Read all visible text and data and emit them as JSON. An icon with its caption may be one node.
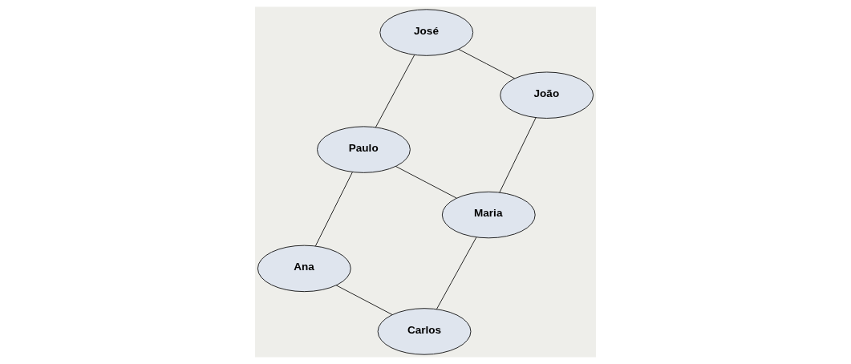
{
  "diagram": {
    "nodes": [
      {
        "text": [
          "João"
        ]
      },
      {
        "text": [
          "Maria"
        ]
      },
      {
        "text": [
          "Carlos"
        ]
      },
      {
        "text": [
          "Paulo"
        ]
      },
      {
        "text": [
          "José"
        ]
      },
      {
        "text": [
          "Ana"
        ]
      }
    ],
    "edges": [
      {
        "from": 0,
        "to": 1,
        "arrow": "none"
      },
      {
        "from": 1,
        "to": 2,
        "arrow": "none"
      },
      {
        "from": 0,
        "to": 4,
        "arrow": "none"
      },
      {
        "from": 1,
        "to": 3,
        "arrow": "none"
      },
      {
        "from": 3,
        "to": 4,
        "arrow": "none"
      },
      {
        "from": 3,
        "to": 5,
        "arrow": "none"
      },
      {
        "from": 2,
        "to": 5,
        "arrow": "none"
      }
    ]
  }
}
